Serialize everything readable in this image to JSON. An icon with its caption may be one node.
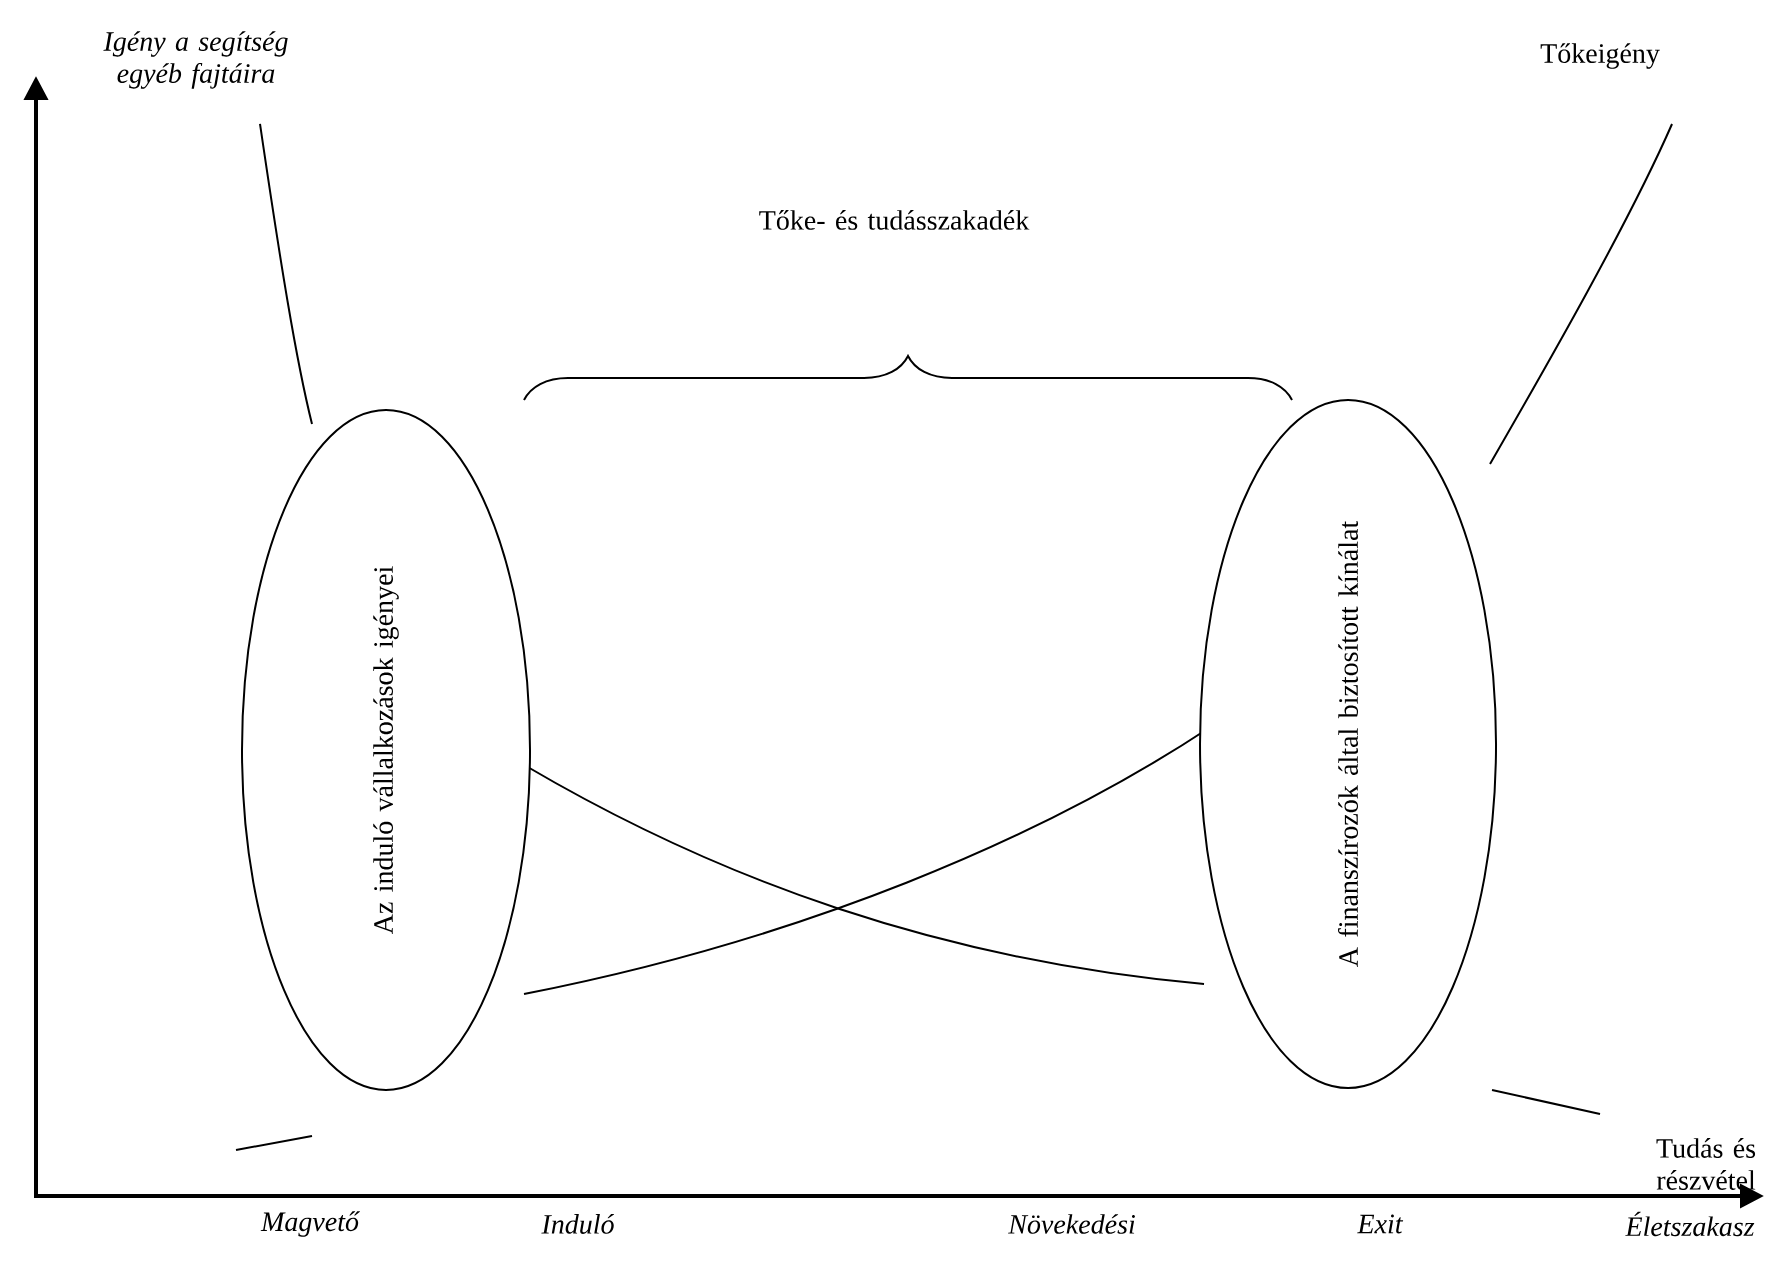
{
  "diagram": {
    "nodes": [
      {
        "text": [
          "Az induló vállalkozások igényei"
        ]
      },
      {
        "text": [
          "A finanszírozók által biztosított kínálat"
        ]
      }
    ],
    "edges": [],
    "labels": [
      "Igény a segítség egyéb fajtáira",
      "Tőkeigény",
      "Tőke- és tudásszakadék",
      "Tudás és részvétel",
      "Magvető",
      "Induló",
      "Növekedési",
      "Exit",
      "Életszakasz"
    ]
  }
}
